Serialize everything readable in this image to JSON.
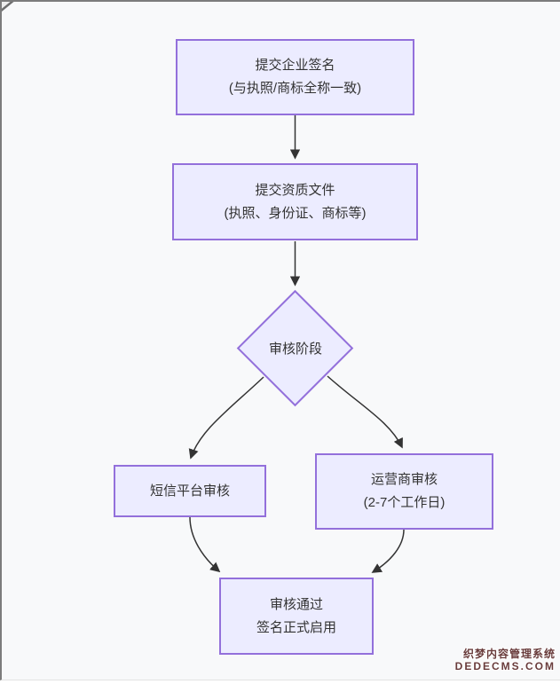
{
  "diagram": {
    "nodes": {
      "submit_signature": {
        "line1": "提交企业签名",
        "line2": "(与执照/商标全称一致)"
      },
      "submit_documents": {
        "line1": "提交资质文件",
        "line2": "(执照、身份证、商标等)"
      },
      "review_stage": {
        "label": "审核阶段"
      },
      "sms_platform_review": {
        "label": "短信平台审核"
      },
      "carrier_review": {
        "line1": "运营商审核",
        "line2": "(2-7个工作日)"
      },
      "approved": {
        "line1": "审核通过",
        "line2": "签名正式启用"
      }
    },
    "colors": {
      "node_fill": "#ececff",
      "node_border": "#9370db",
      "edge": "#333333",
      "text": "#333333",
      "canvas_background": "#f8f9fa",
      "frame_border": "#7c7c7c"
    }
  },
  "watermark": {
    "line1": "织梦内容管理系统",
    "line2": "DEDECMS.COM",
    "color": "#693c3c"
  }
}
